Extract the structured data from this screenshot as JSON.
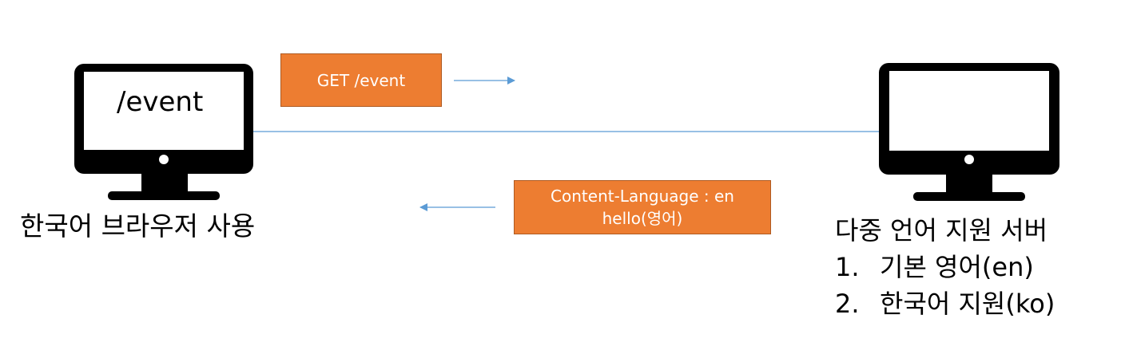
{
  "client": {
    "screen_text": "/event",
    "label": "한국어 브라우저 사용"
  },
  "request": {
    "label": "GET /event"
  },
  "response": {
    "line1": "Content-Language : en",
    "line2": "hello(영어)"
  },
  "server": {
    "title": "다중 언어 지원 서버",
    "items": [
      {
        "num": "1.",
        "text": "기본 영어(en)"
      },
      {
        "num": "2.",
        "text": "한국어 지원(ko)"
      }
    ]
  },
  "colors": {
    "box_fill": "#ed7d31",
    "box_border": "#ae5a21",
    "arrow": "#5b9bd5",
    "monitor": "#000000"
  }
}
